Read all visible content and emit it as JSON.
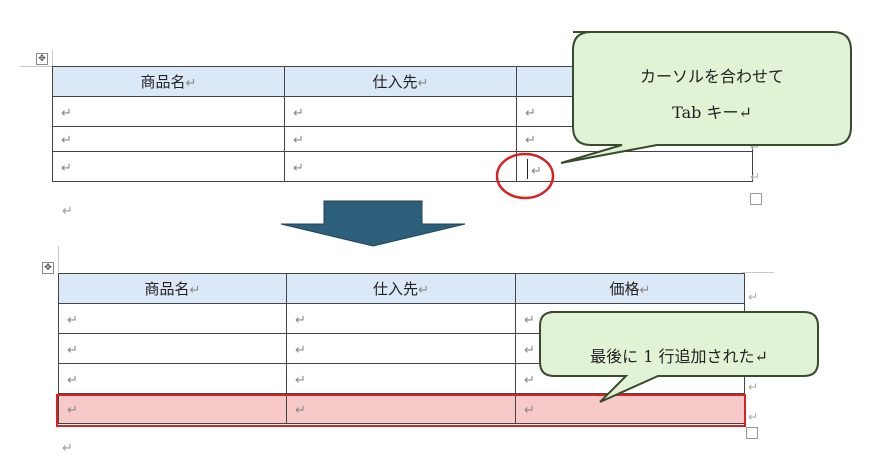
{
  "top_table": {
    "headers": [
      "商品名",
      "仕入先"
    ],
    "header_mark": "↵",
    "rows": [
      [
        "↵",
        "↵",
        "↵"
      ],
      [
        "↵",
        "↵",
        "↵"
      ],
      [
        "↵",
        "↵",
        "↵"
      ]
    ],
    "after_mark": "↵"
  },
  "bottom_table": {
    "headers": [
      "商品名",
      "仕入先",
      "価格"
    ],
    "header_mark": "↵",
    "rows": [
      [
        "↵",
        "↵",
        "↵"
      ],
      [
        "↵",
        "↵",
        "↵"
      ],
      [
        "↵",
        "↵",
        "↵"
      ],
      [
        "↵",
        "↵",
        "↵"
      ]
    ],
    "after_mark": "↵"
  },
  "callout_top": {
    "line1": "カーソルを合わせて",
    "line2": "Tab キー↵"
  },
  "callout_bottom": {
    "text": "最後に 1 行追加された↵"
  },
  "icons": {
    "move_handle": "table-move-icon",
    "arrow": "down-arrow-icon",
    "resize": "table-resize-icon"
  },
  "colors": {
    "header_fill": "#dae8f7",
    "callout_fill": "#e2f2d4",
    "callout_border": "#3a4a2e",
    "highlight_fill": "#f8c9c9",
    "highlight_border": "#d62222",
    "arrow_fill": "#2e5f7a"
  }
}
